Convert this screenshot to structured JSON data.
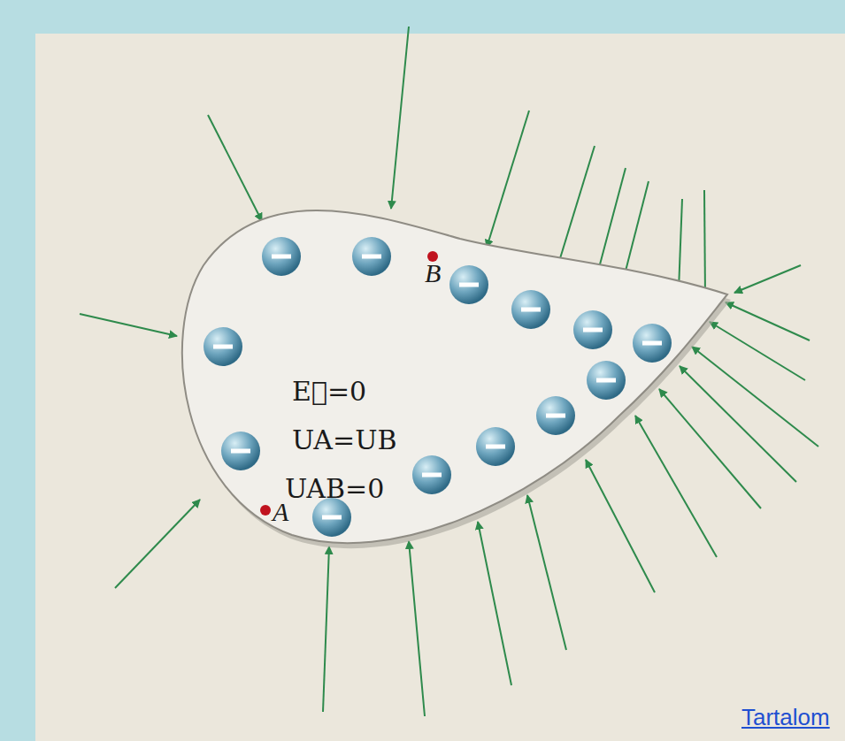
{
  "diagram": {
    "nodes": [
      {
        "text": [
          "E⃗=0",
          "UA=UB",
          "UAB=0"
        ]
      }
    ],
    "labels": [
      "A",
      "B",
      "Tartalom"
    ]
  }
}
